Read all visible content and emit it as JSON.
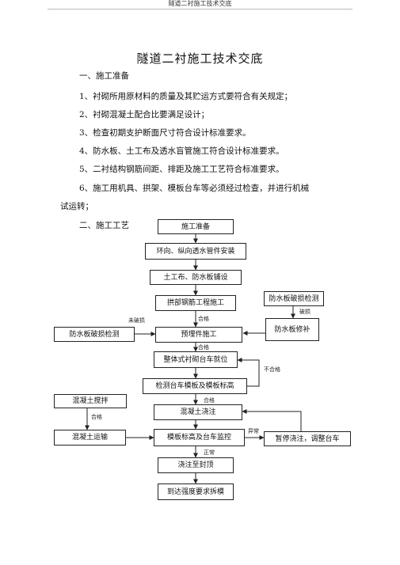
{
  "header": {
    "title": "隧道二衬施工技术交底"
  },
  "document": {
    "title": "隧道二衬施工技术交底",
    "section1": "一、施工准备",
    "items": [
      "1、衬砌所用原材料的质量及其贮运方式要符合有关规定；",
      "2、衬砌混凝土配合比要满足设计；",
      "3、检查初期支护断面尺寸符合设计标准要求。",
      "4、防水板、土工布及透水盲管施工符合设计标准要求。",
      "5、二衬结构钢筋间距、排距及施工工艺符合标准要求。",
      "6、施工用机具、拱架、模板台车等必须经过检查，并进行机械",
      "试运转；"
    ],
    "section2": "二、施工工艺"
  },
  "flowchart": {
    "boxes": {
      "prep": "施工准备",
      "pipes": "环向、纵向透水管件安装",
      "geotextile": "土工布、防水板铺设",
      "rebar": "拱部钢筋工程施工",
      "embedded": "预埋件施工",
      "trolley_position": "整体式衬砌台车就位",
      "check_formwork": "检测台车模板及模板标高",
      "pour": "混凝土浇注",
      "monitor": "模板标高及台车监控",
      "pour_to_top": "浇注至封顶",
      "demold": "到达强度要求拆模",
      "damage_check_right": "防水板破损检测",
      "repair": "防水板修补",
      "damage_check_left": "防水板破损检测",
      "mix": "混凝土搅拌",
      "transport": "混凝土运输",
      "pause": "暂停浇注，调整台车"
    },
    "labels": {
      "pass1": "合格",
      "damaged": "破损",
      "not_damaged": "未破损",
      "pass2": "合格",
      "fail": "不合格",
      "pass3": "合格",
      "pass4": "合格",
      "abnormal": "异常",
      "normal": "正常"
    }
  }
}
